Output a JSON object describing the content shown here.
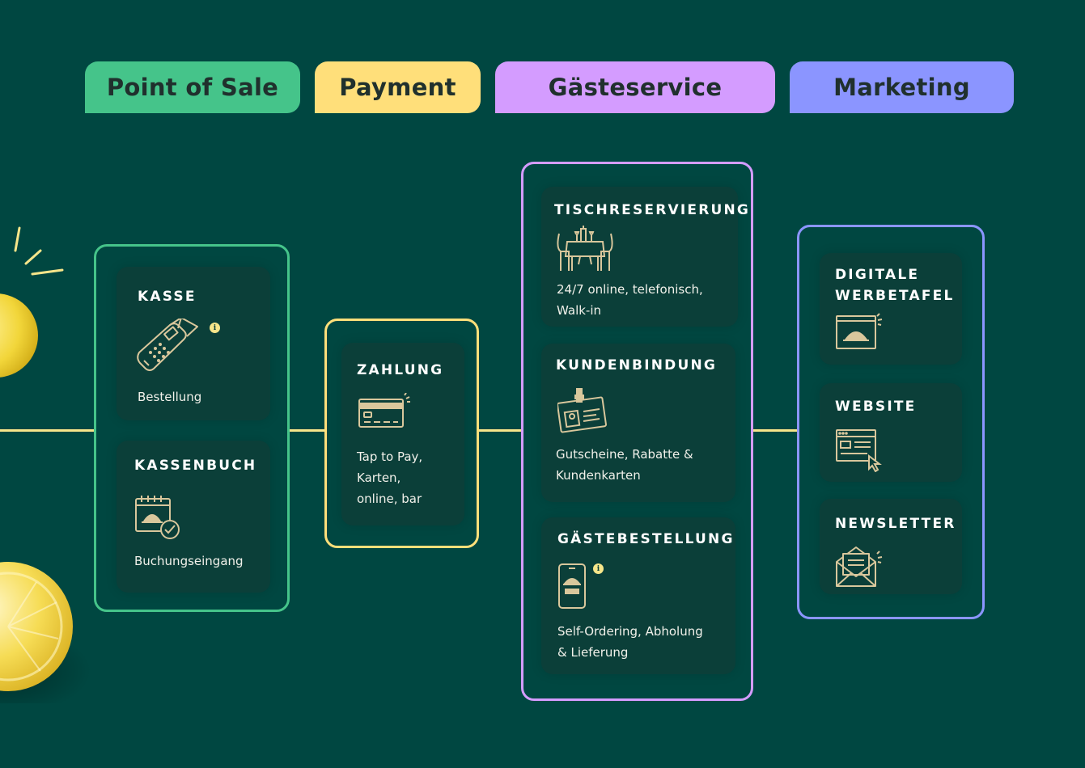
{
  "colors": {
    "background": "#004741",
    "card": "#0b3f39",
    "line": "#f6e58a",
    "icon": "#d9c79c",
    "pos": "#45c48a",
    "payment": "#ffdf7a",
    "gaesteservice": "#d49cff",
    "marketing": "#8b95ff"
  },
  "tabs": {
    "pos": "Point of Sale",
    "payment": "Payment",
    "gaesteservice": "Gästeservice",
    "marketing": "Marketing"
  },
  "pos": {
    "kasse": {
      "title": "KASSE",
      "desc": "Bestellung",
      "icon": "card-terminal-icon",
      "info": "i"
    },
    "kassenbuch": {
      "title": "KASSENBUCH",
      "desc": "Buchungseingang",
      "icon": "calendar-check-icon"
    }
  },
  "payment": {
    "zahlung": {
      "title": "ZAHLUNG",
      "desc": "Tap to Pay,\nKarten,\nonline, bar",
      "icon": "credit-card-icon"
    }
  },
  "gaesteservice": {
    "tischreservierung": {
      "title": "TISCHRESERVIERUNG",
      "desc": "24/7 online, telefonisch,\nWalk-in",
      "icon": "dining-table-icon"
    },
    "kundenbindung": {
      "title": "KUNDENBINDUNG",
      "desc": "Gutscheine, Rabatte &\nKundenkarten",
      "icon": "loyalty-card-icon"
    },
    "gaestebestellung": {
      "title": "GÄSTEBESTELLUNG",
      "desc": "Self-Ordering, Abholung\n& Lieferung",
      "icon": "mobile-order-icon",
      "info": "i"
    }
  },
  "marketing": {
    "digitale_werbetafel": {
      "title": "DIGITALE\nWERBETAFEL",
      "icon": "digital-signage-icon"
    },
    "website": {
      "title": "WEBSITE",
      "icon": "website-icon"
    },
    "newsletter": {
      "title": "NEWSLETTER",
      "icon": "newsletter-icon"
    }
  }
}
